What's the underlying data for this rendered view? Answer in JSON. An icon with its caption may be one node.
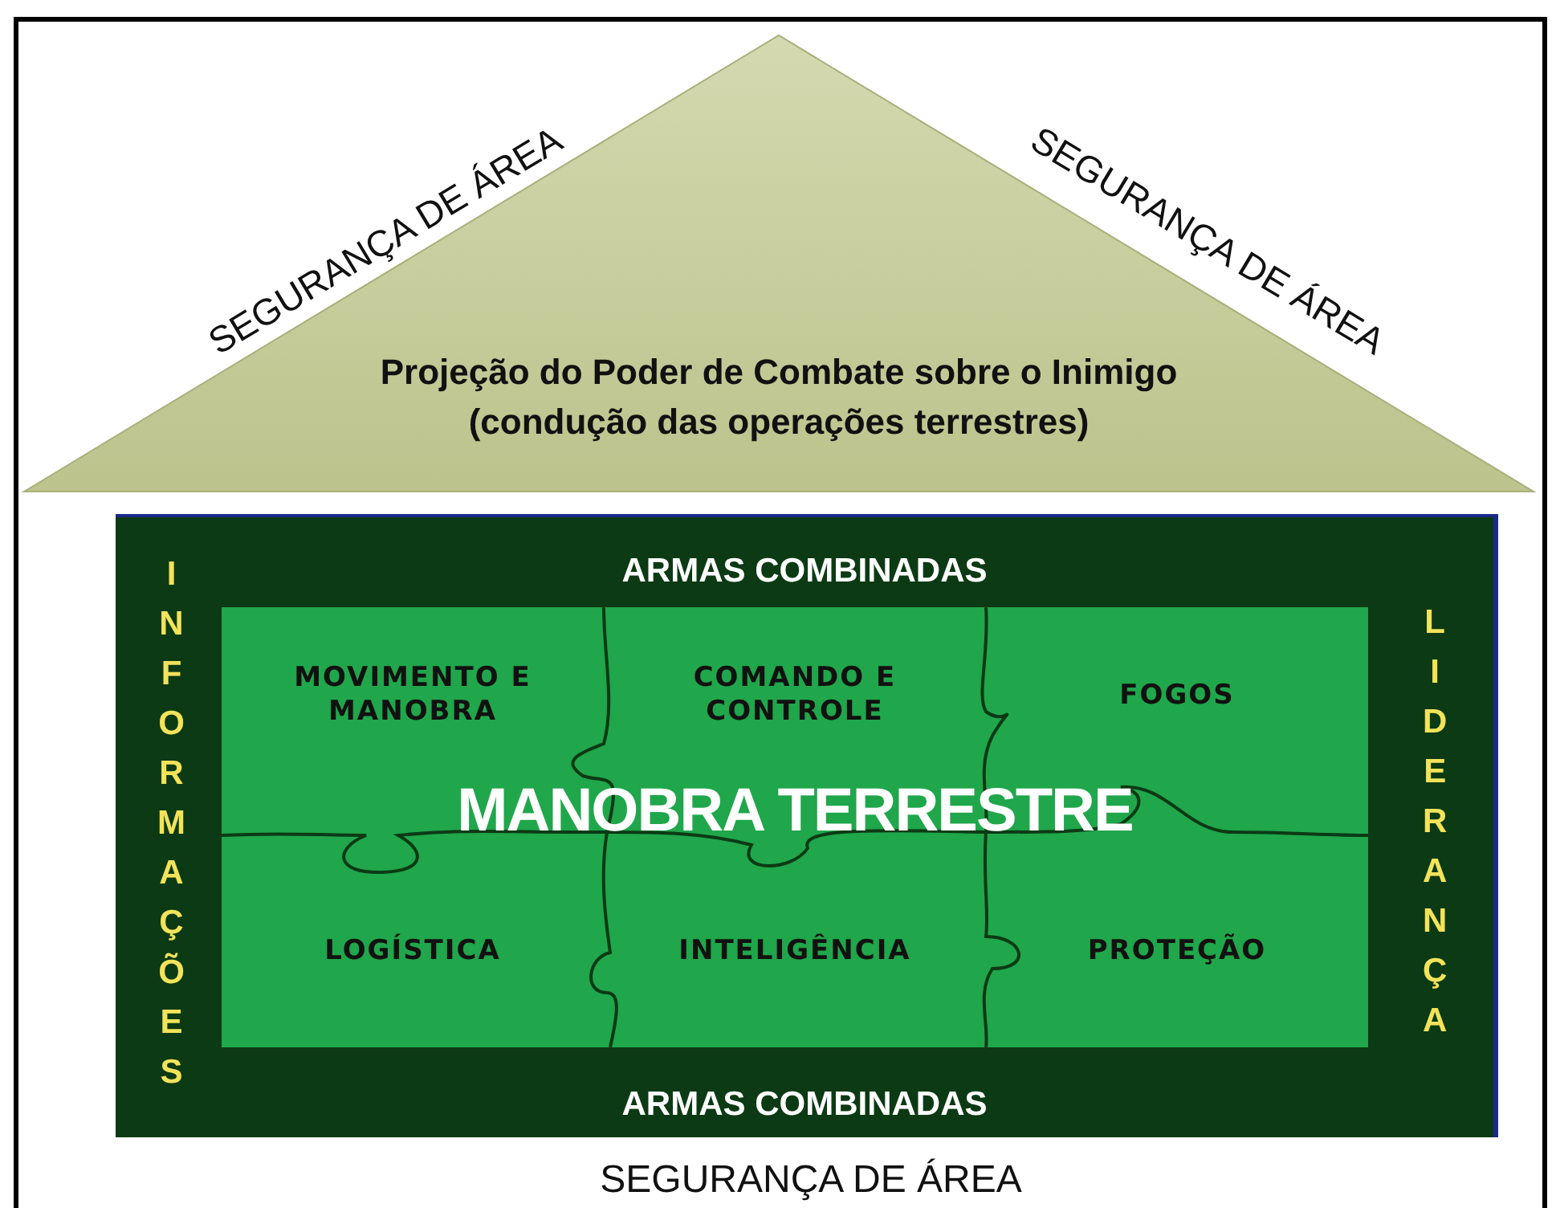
{
  "diagram": {
    "nodes": [
      {
        "text": [
          "Projeção do Poder de Combate sobre o Inimigo (condução das operações terrestres)"
        ]
      },
      {
        "text": [
          "INFORMAÇÕES",
          "ARMAS COMBINADAS",
          "LIDERANÇA",
          "ARMAS COMBINADAS"
        ]
      },
      {
        "text": [
          "MANOBRA TERRESTRE"
        ],
        "in": 1
      },
      {
        "text": [
          "MOVIMENTO E MANOBRA"
        ],
        "in": 2
      },
      {
        "text": [
          "COMANDO E CONTROLE"
        ],
        "in": 2
      },
      {
        "text": [
          "FOGOS"
        ],
        "in": 2
      },
      {
        "text": [
          "LOGÍSTICA"
        ],
        "in": 2
      },
      {
        "text": [
          "INTELIGÊNCIA"
        ],
        "in": 2
      },
      {
        "text": [
          "PROTEÇÃO"
        ],
        "in": 2
      }
    ],
    "edges": [],
    "labels": [
      "SEGURANÇA DE ÁREA",
      "SEGURANÇA DE ÁREA",
      "SEGURANÇA DE ÁREA"
    ]
  }
}
